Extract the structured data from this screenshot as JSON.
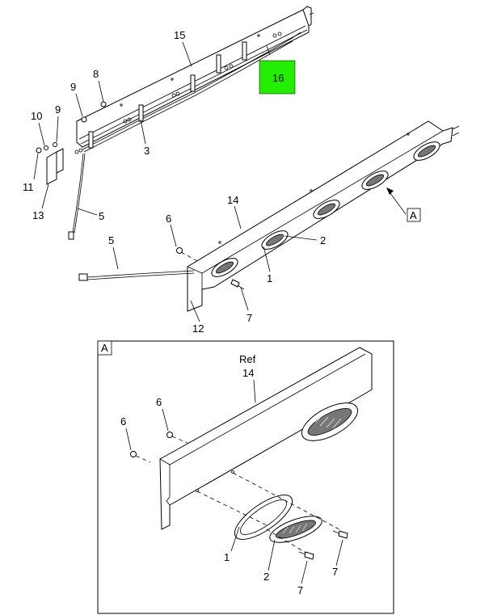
{
  "callouts": {
    "c15": "15",
    "c16": "16",
    "c8": "8",
    "c9a": "9",
    "c9b": "9",
    "c10": "10",
    "c11": "11",
    "c13": "13",
    "c3": "3",
    "c5a": "5",
    "c14": "14",
    "cA": "A",
    "c6": "6",
    "c2": "2",
    "c5b": "5",
    "c1": "1",
    "c7": "7",
    "c12": "12"
  },
  "detail": {
    "label": "A",
    "ref_text": "Ref",
    "c14": "14",
    "c6a": "6",
    "c6b": "6",
    "c1": "1",
    "c2": "2",
    "c7a": "7",
    "c7b": "7"
  },
  "colors": {
    "highlight": "#22ee00"
  }
}
